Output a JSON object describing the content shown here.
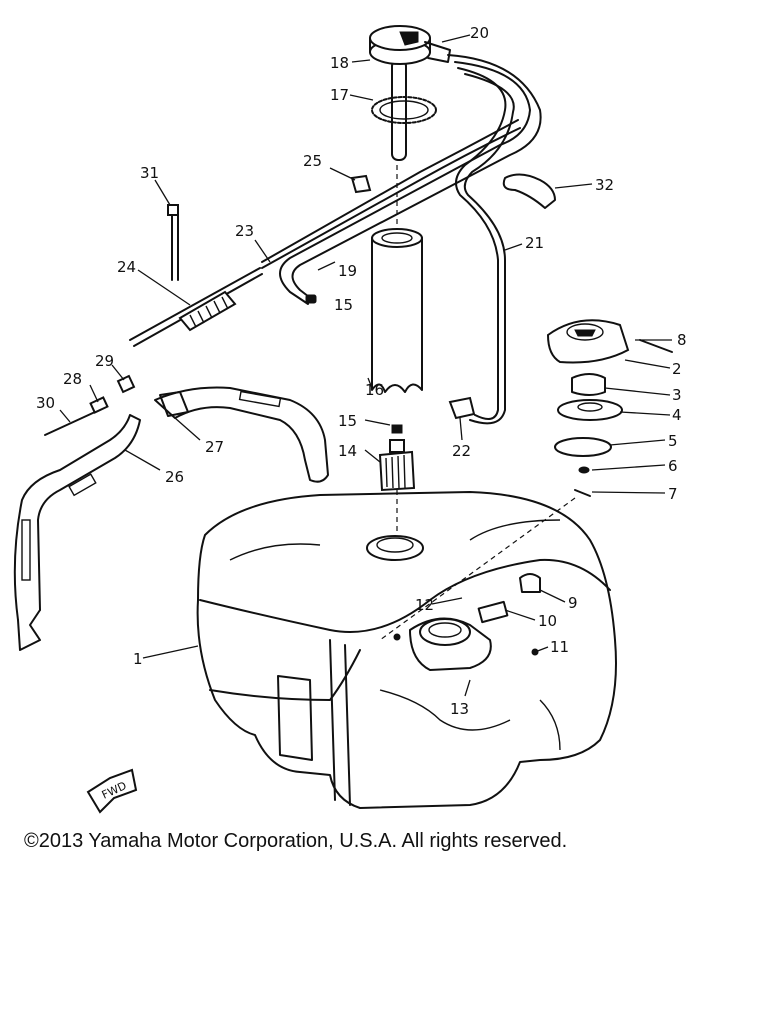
{
  "callouts": {
    "c1": "1",
    "c2": "2",
    "c3": "3",
    "c4": "4",
    "c5": "5",
    "c6": "6",
    "c7": "7",
    "c8": "8",
    "c9": "9",
    "c10": "10",
    "c11": "11",
    "c12": "12",
    "c13": "13",
    "c14": "14",
    "c15a": "15",
    "c15b": "15",
    "c16": "16",
    "c17": "17",
    "c18": "18",
    "c19": "19",
    "c20": "20",
    "c21": "21",
    "c22": "22",
    "c23": "23",
    "c24": "24",
    "c25": "25",
    "c26": "26",
    "c27": "27",
    "c28": "28",
    "c29": "29",
    "c30": "30",
    "c31": "31",
    "c32": "32"
  },
  "fwd_label": "FWD",
  "copyright": "©2013 Yamaha Motor Corporation, U.S.A. All rights reserved."
}
